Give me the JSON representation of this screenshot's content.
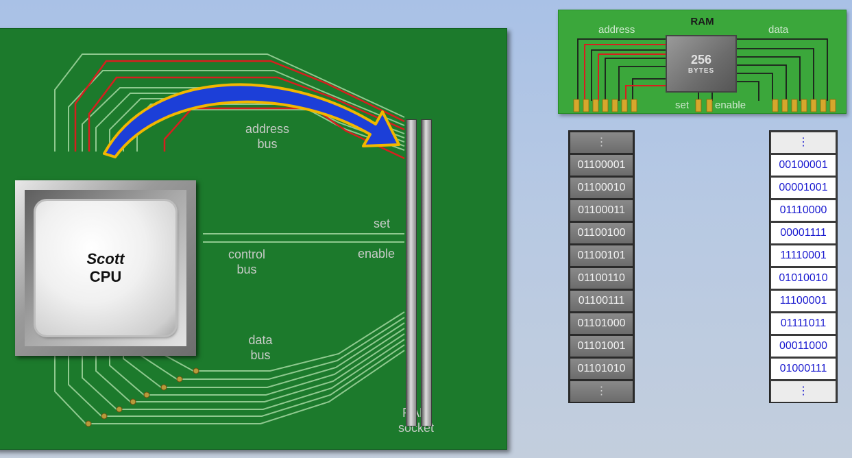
{
  "cpu": {
    "brand": "Scott",
    "label": "CPU"
  },
  "board_labels": {
    "address_bus": [
      "address",
      "bus"
    ],
    "control_bus": [
      "control",
      "bus"
    ],
    "data_bus": [
      "data",
      "bus"
    ],
    "set": "set",
    "enable": "enable",
    "ram_socket": [
      "RAM",
      "socket"
    ]
  },
  "ram_chip": {
    "title": "RAM",
    "capacity": "256",
    "unit": "BYTES",
    "address_label": "address",
    "data_label": "data",
    "set_label": "set",
    "enable_label": "enable"
  },
  "addresses": [
    "⋮",
    "01100001",
    "01100010",
    "01100011",
    "01100100",
    "01100101",
    "01100110",
    "01100111",
    "01101000",
    "01101001",
    "01101010",
    "⋮"
  ],
  "data_values": [
    "⋮",
    "00100001",
    "00001001",
    "01110000",
    "00001111",
    "11110001",
    "01010010",
    "11100001",
    "01111011",
    "00011000",
    "01000111",
    "⋮"
  ],
  "colors": {
    "board": "#1c7a2c",
    "trace": "#8fc98f",
    "active_trace": "#d81e1e",
    "arrow_fill": "#1c3fd8",
    "arrow_outline": "#f2b700",
    "ram_board": "#3ba73b",
    "data_text": "#1a1ad0"
  }
}
